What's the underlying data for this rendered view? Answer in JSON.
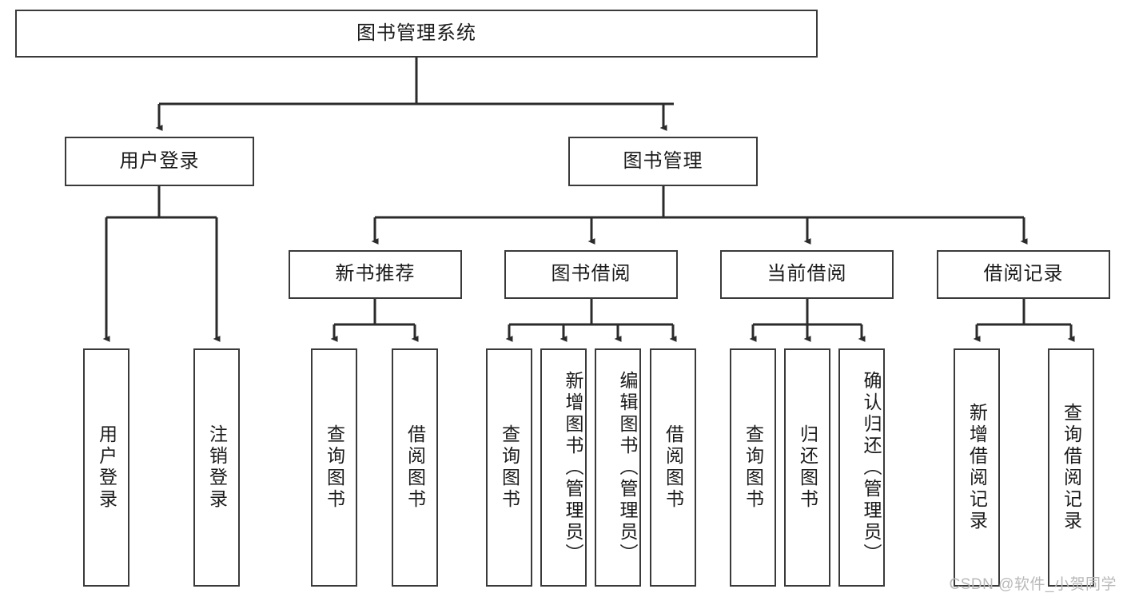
{
  "diagram": {
    "type": "hierarchy-tree",
    "title": "图书管理系统",
    "orientation": "top-down",
    "colors": {
      "box_border": "#3a3a3a",
      "box_fill": "#ffffff",
      "connector": "#2b2b2b",
      "text": "#1b1b1b",
      "watermark": "#b9b9b9"
    },
    "levels": [
      {
        "level": 1,
        "nodes": [
          {
            "id": "root",
            "label": "图书管理系统",
            "text_direction": "horizontal"
          }
        ]
      },
      {
        "level": 2,
        "nodes": [
          {
            "id": "login",
            "label": "用户登录",
            "text_direction": "horizontal",
            "parent": "root"
          },
          {
            "id": "bookmgmt",
            "label": "图书管理",
            "text_direction": "horizontal",
            "parent": "root"
          }
        ]
      },
      {
        "level": 3,
        "nodes": [
          {
            "id": "newbook",
            "label": "新书推荐",
            "text_direction": "horizontal",
            "parent": "bookmgmt"
          },
          {
            "id": "borrow",
            "label": "图书借阅",
            "text_direction": "horizontal",
            "parent": "bookmgmt"
          },
          {
            "id": "current",
            "label": "当前借阅",
            "text_direction": "horizontal",
            "parent": "bookmgmt"
          },
          {
            "id": "records",
            "label": "借阅记录",
            "text_direction": "horizontal",
            "parent": "bookmgmt"
          }
        ]
      },
      {
        "level": 4,
        "nodes": [
          {
            "id": "leaf-user-login",
            "label": "用户登录",
            "text_direction": "vertical",
            "parent": "login"
          },
          {
            "id": "leaf-user-logout",
            "label": "注销登录",
            "text_direction": "vertical",
            "parent": "login"
          },
          {
            "id": "leaf-query-book-new",
            "label": "查询图书",
            "text_direction": "vertical",
            "parent": "newbook"
          },
          {
            "id": "leaf-borrow-book-new",
            "label": "借阅图书",
            "text_direction": "vertical",
            "parent": "newbook"
          },
          {
            "id": "leaf-query-book-borrow",
            "label": "查询图书",
            "text_direction": "vertical",
            "parent": "borrow"
          },
          {
            "id": "leaf-add-book",
            "label": "新增图书（管理员）",
            "text_direction": "vertical",
            "parent": "borrow"
          },
          {
            "id": "leaf-edit-book",
            "label": "编辑图书（管理员）",
            "text_direction": "vertical",
            "parent": "borrow"
          },
          {
            "id": "leaf-borrow-book",
            "label": "借阅图书",
            "text_direction": "vertical",
            "parent": "borrow"
          },
          {
            "id": "leaf-query-book-current",
            "label": "查询图书",
            "text_direction": "vertical",
            "parent": "current"
          },
          {
            "id": "leaf-return-book",
            "label": "归还图书",
            "text_direction": "vertical",
            "parent": "current"
          },
          {
            "id": "leaf-confirm-return",
            "label": "确认归还（管理员）",
            "text_direction": "vertical",
            "parent": "current"
          },
          {
            "id": "leaf-add-record",
            "label": "新增借阅记录",
            "text_direction": "vertical",
            "parent": "records"
          },
          {
            "id": "leaf-query-record",
            "label": "查询借阅记录",
            "text_direction": "vertical",
            "parent": "records"
          }
        ]
      }
    ]
  },
  "watermark": {
    "text": "CSDN @软件_小贺同学"
  }
}
